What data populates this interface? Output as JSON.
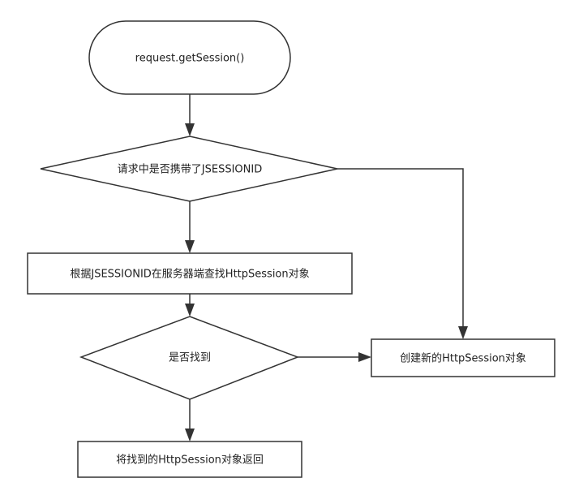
{
  "flowchart": {
    "start": "request.getSession()",
    "decision_has_id": "请求中是否携带了JSESSIONID",
    "lookup": "根据JSESSIONID在服务器端查找HttpSession对象",
    "decision_found": "是否找到",
    "create_new": "创建新的HttpSession对象",
    "return_found": "将找到的HttpSession对象返回"
  },
  "colors": {
    "stroke": "#333333",
    "fill": "#ffffff",
    "text": "#222222"
  }
}
